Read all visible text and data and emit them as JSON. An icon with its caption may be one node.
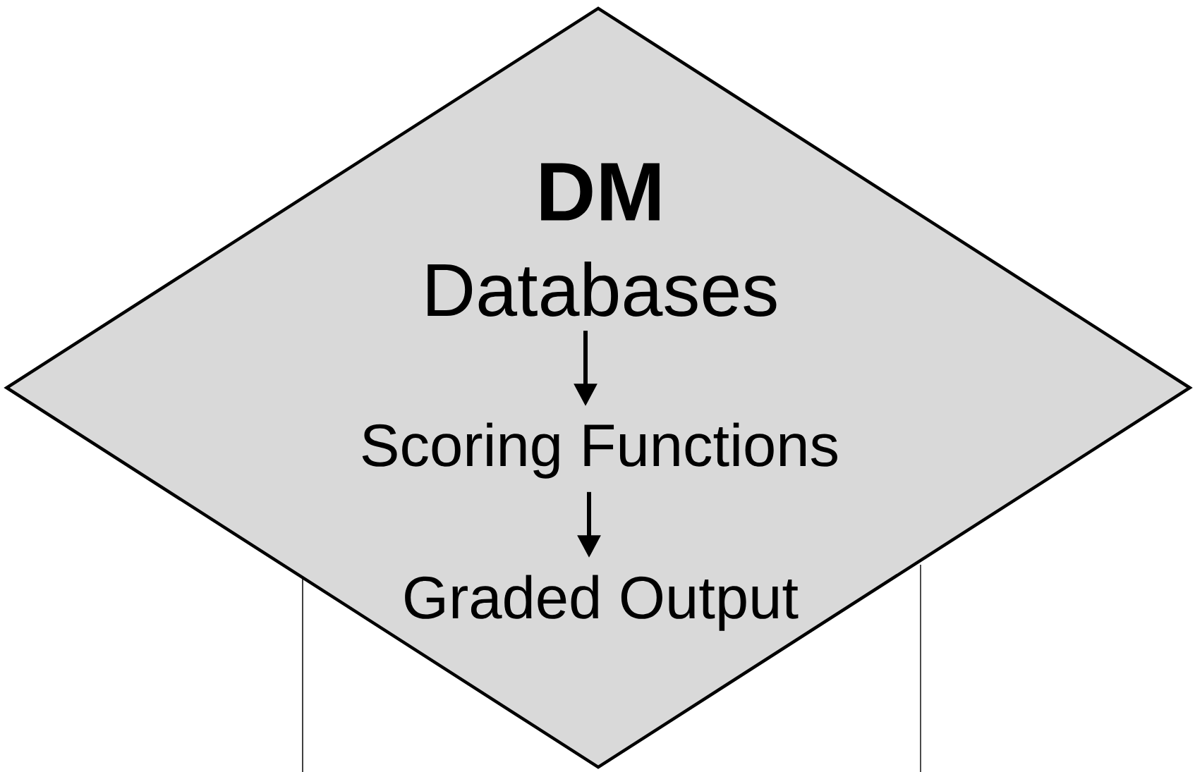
{
  "diagram": {
    "nodes": [
      {
        "text": [
          "DM"
        ]
      },
      {
        "text": [
          "Databases"
        ],
        "in": 0
      },
      {
        "text": [
          "Scoring Functions"
        ],
        "in": 0
      },
      {
        "text": [
          "Graded Output"
        ],
        "in": 0
      }
    ],
    "edges": [
      {
        "from": 1,
        "to": 2,
        "arrow": "to"
      },
      {
        "from": 2,
        "to": 3,
        "arrow": "to"
      }
    ]
  }
}
